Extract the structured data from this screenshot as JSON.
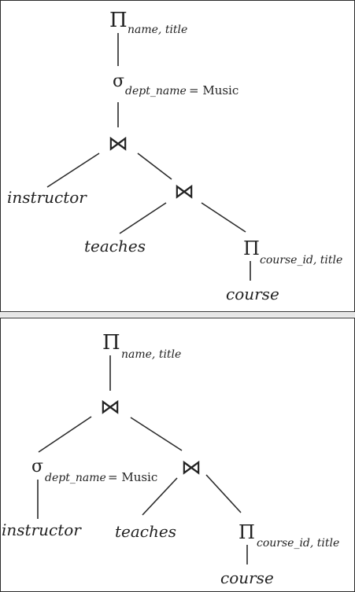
{
  "symbols": {
    "project": "Π",
    "select": "σ",
    "join": "⋈"
  },
  "tree_top": {
    "project_sub": "name, title",
    "select_sub": "dept_name",
    "select_cond": "= Music",
    "left_leaf": "instructor",
    "mid_leaf": "teaches",
    "right_project_sub": "course_id, title",
    "right_leaf": "course"
  },
  "tree_bottom": {
    "project_sub": "name, title",
    "select_sub": "dept_name",
    "select_cond": "= Music",
    "left_leaf": "instructor",
    "mid_leaf": "teaches",
    "right_project_sub": "course_id, title",
    "right_leaf": "course"
  }
}
